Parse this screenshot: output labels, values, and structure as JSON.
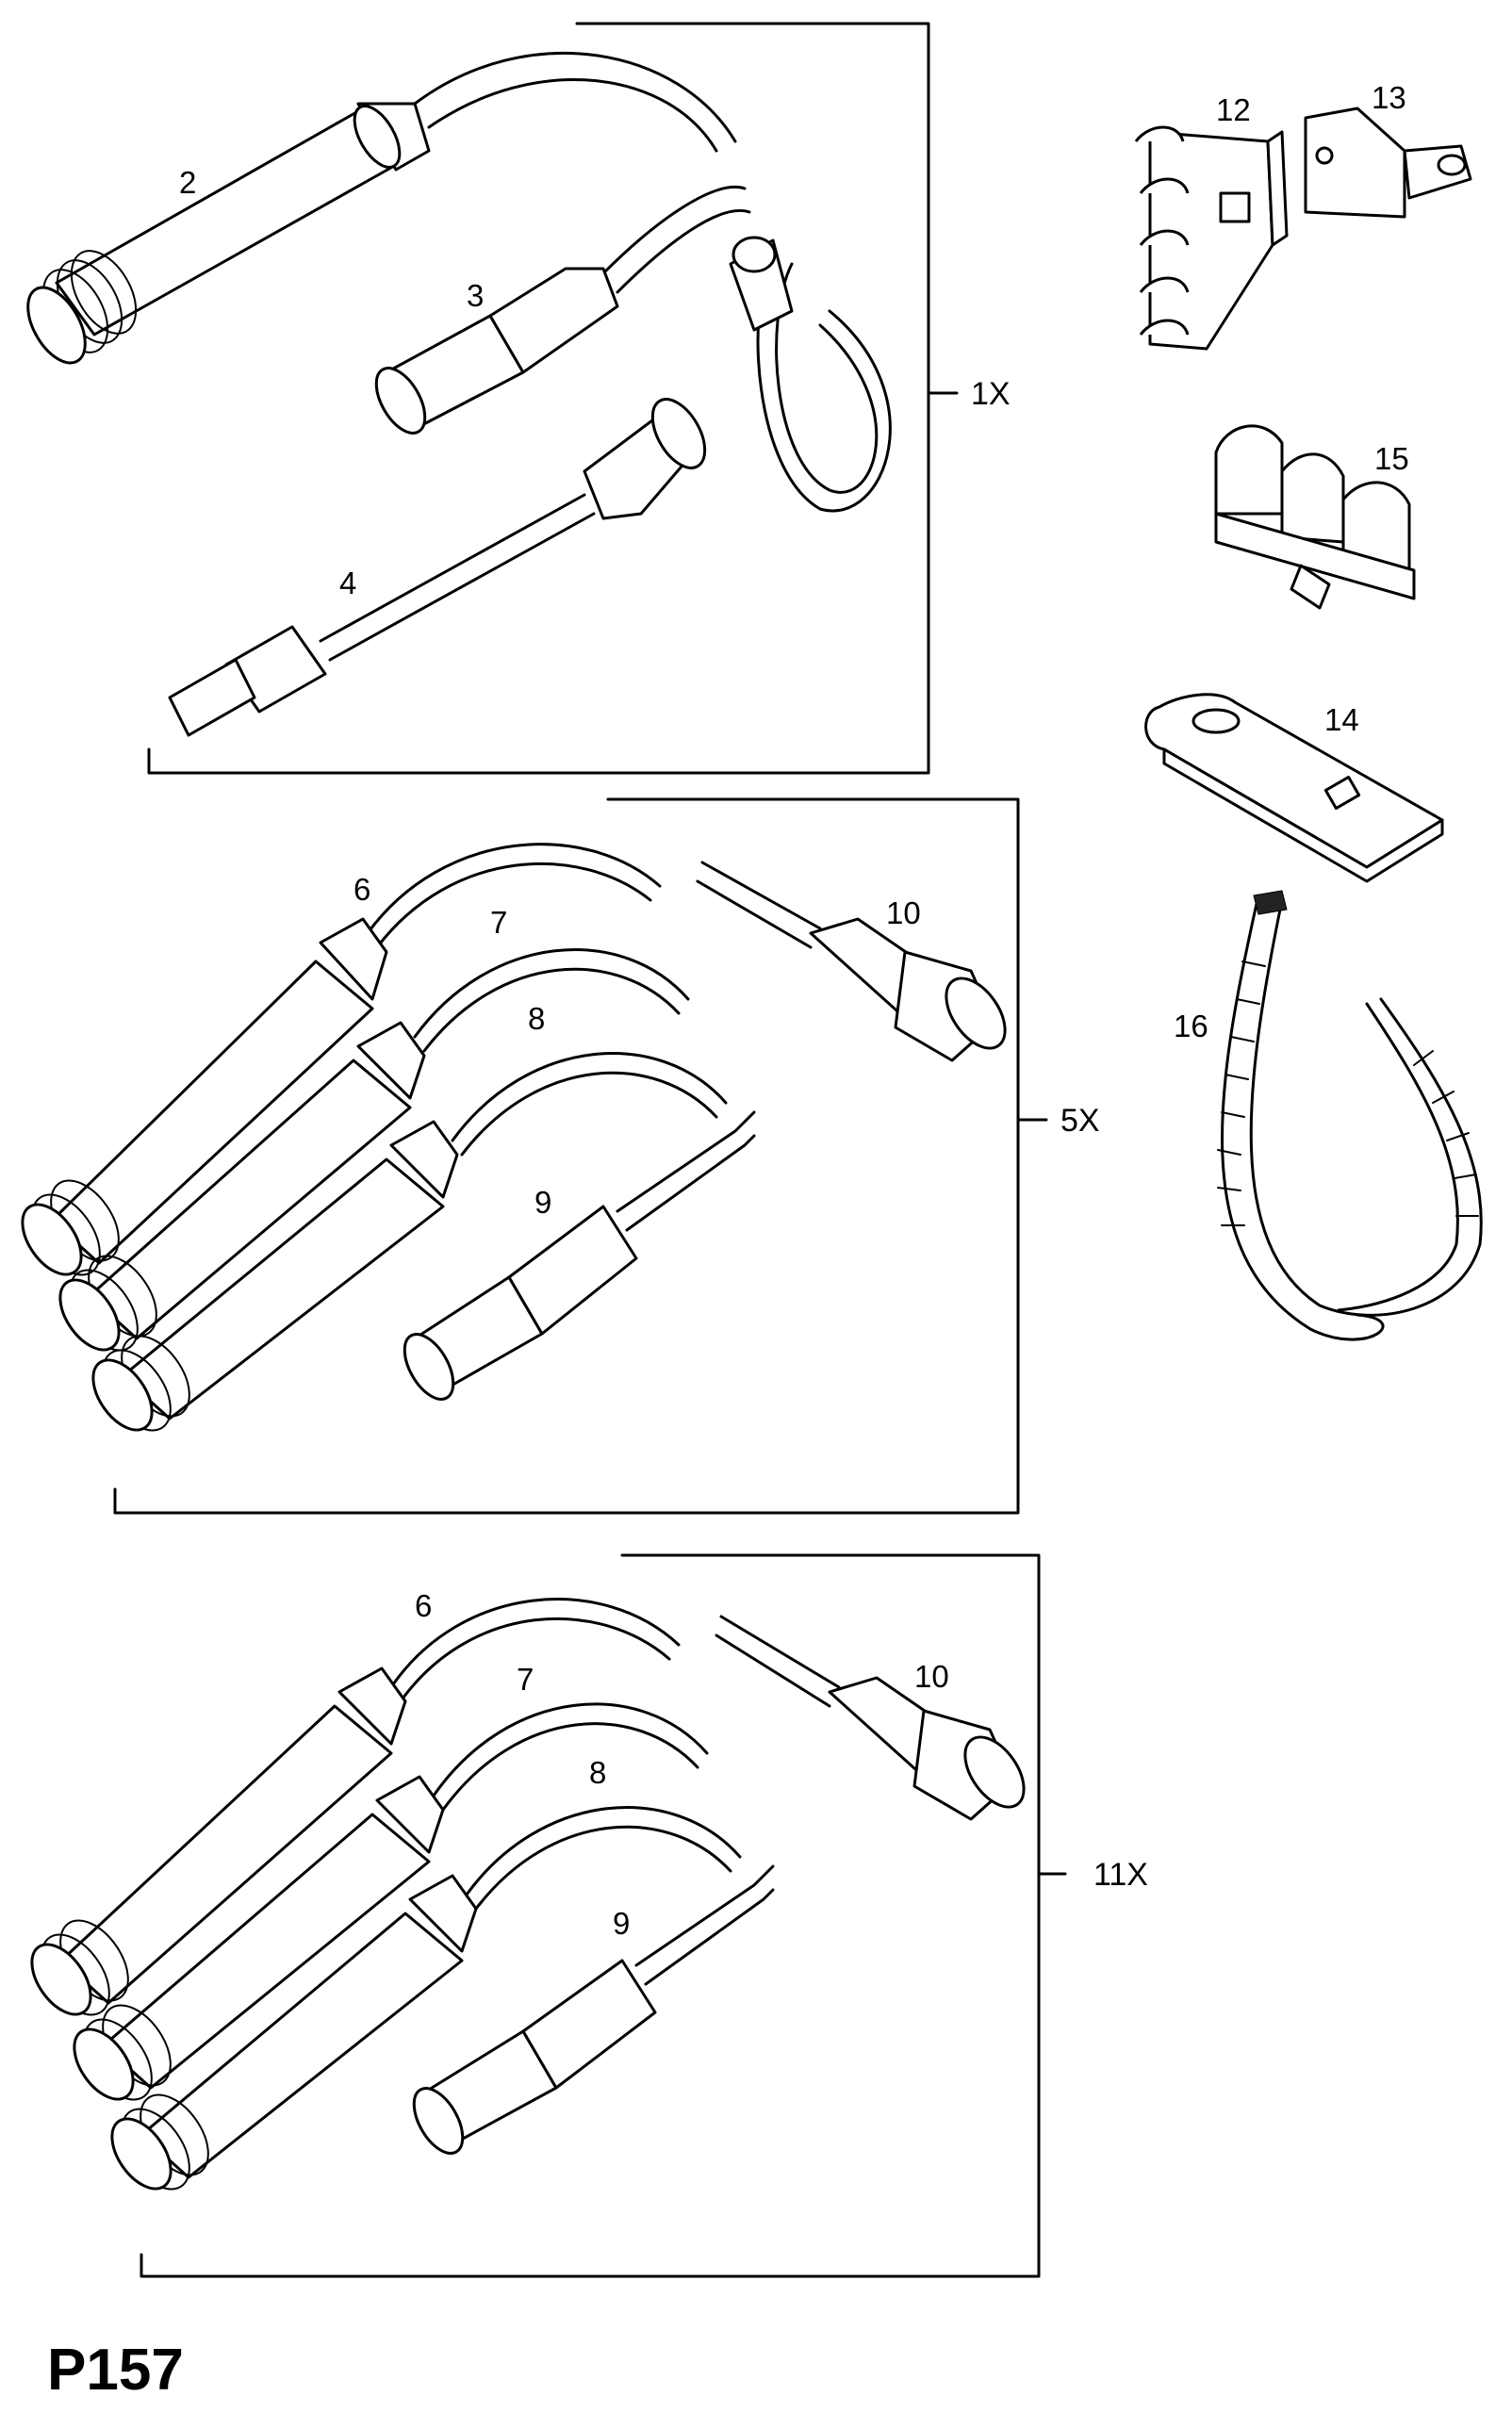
{
  "page_code": "P157",
  "groups": [
    {
      "quantity": "1X"
    },
    {
      "quantity": "5X"
    },
    {
      "quantity": "11X"
    }
  ],
  "callouts": [
    "2",
    "3",
    "4",
    "6",
    "7",
    "8",
    "9",
    "10",
    "6",
    "7",
    "8",
    "9",
    "10",
    "12",
    "13",
    "15",
    "14",
    "16"
  ]
}
